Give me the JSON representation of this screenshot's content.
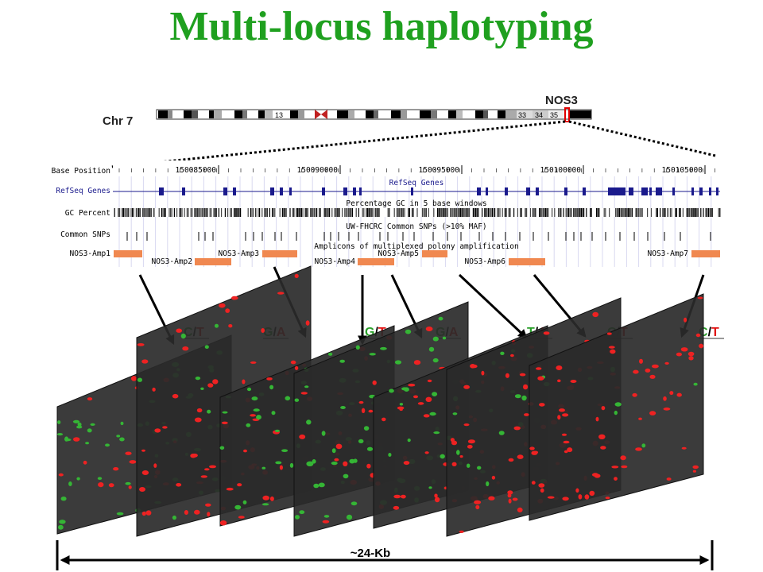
{
  "title": "Multi-locus haplotyping",
  "chromosome": {
    "label": "Chr 7",
    "gene": "NOS3",
    "band_labels": [
      "13",
      "33",
      "34",
      "35"
    ]
  },
  "browser": {
    "tracks": {
      "base_position": "Base Position",
      "refseq": "RefSeq Genes",
      "refseq_center": "RefSeq Genes",
      "gc": "GC Percent",
      "gc_center": "Percentage GC in 5 base windows",
      "snps": "Common SNPs",
      "snps_center": "UW-FHCRC Common SNPs (>10% MAF)",
      "amplicons_center": "Amplicons of multiplexed polony amplification"
    },
    "positions": [
      "150085000",
      "150090000",
      "150095000",
      "150100000",
      "150105000"
    ],
    "amplicons": [
      "NOS3-Amp1",
      "NOS3-Amp2",
      "NOS3-Amp3",
      "NOS3-Amp4",
      "NOS3-Amp5",
      "NOS3-Amp6",
      "NOS3-Amp7"
    ]
  },
  "genotypes": [
    {
      "a": "C",
      "b": "T"
    },
    {
      "a": "G",
      "b": "A"
    },
    {
      "a": "G",
      "b": "T"
    },
    {
      "a": "G",
      "b": "A"
    },
    {
      "a": "T",
      "b": "A"
    },
    {
      "a": "C",
      "b": "T"
    },
    {
      "a": "C",
      "b": "T"
    }
  ],
  "span_label": "~24-Kb",
  "colors": {
    "title": "#1fa01f",
    "allele_green": "#2aa02a",
    "allele_red": "#e01010",
    "amplicon": "#f08850",
    "gene_blue": "#1a1a8c",
    "panel": "#2a2a2a"
  }
}
